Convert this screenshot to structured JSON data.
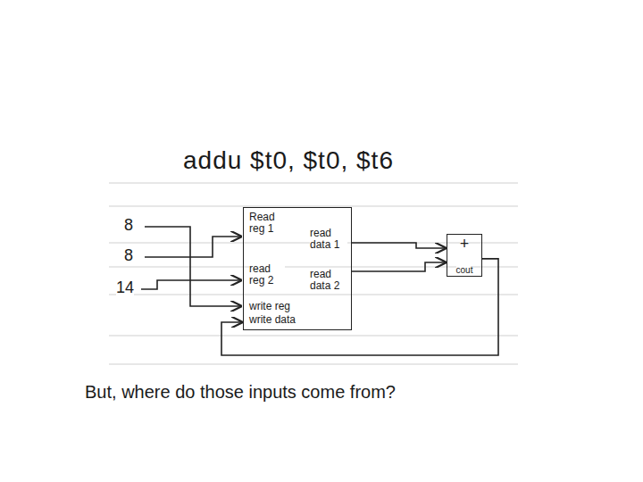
{
  "diagram": {
    "caption": "But, where do those inputs come from?",
    "nodes": [
      {
        "text": [
          "Read reg 1",
          "read data 1",
          "read reg 2",
          "read data 2",
          "write reg",
          "write data"
        ]
      },
      {
        "text": [
          "+",
          "cout"
        ]
      }
    ],
    "edges": [
      {
        "from": 0,
        "to": 1,
        "arrow": "to"
      },
      {
        "from": 0,
        "to": 1,
        "arrow": "to"
      },
      {
        "from": 1,
        "to": 0,
        "arrow": "to"
      }
    ],
    "labels": [
      "addu $t0, $t0, $t6",
      "8",
      "8",
      "14"
    ]
  }
}
